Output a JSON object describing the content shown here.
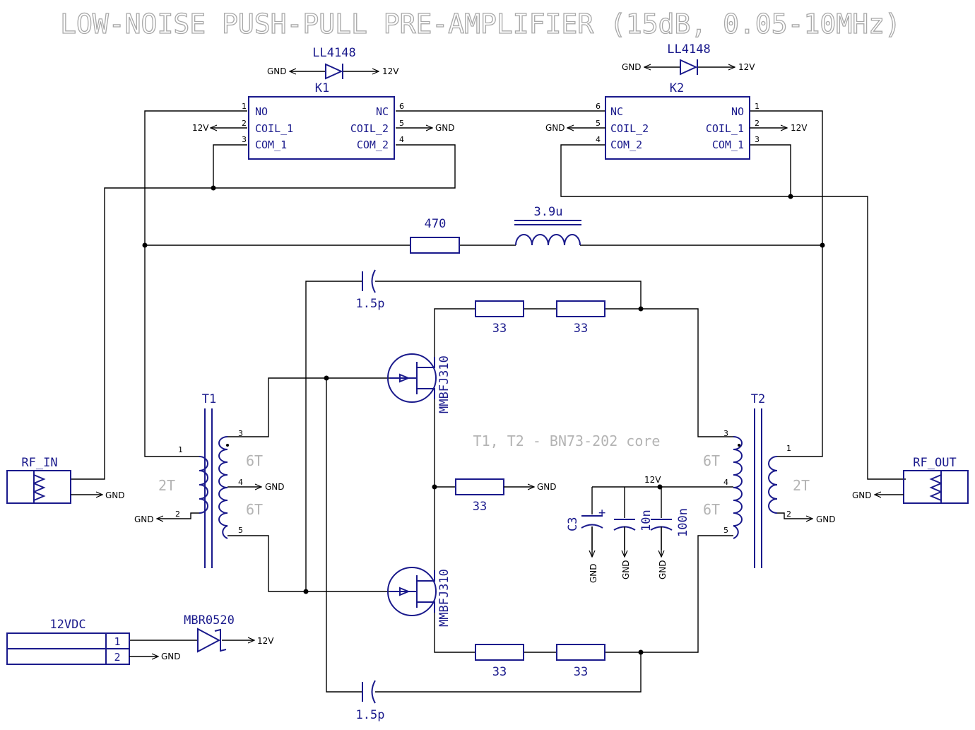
{
  "title": "LOW-NOISE PUSH-PULL PRE-AMPLIFIER (15dB, 0.05-10MHz)",
  "note": "T1, T2 - BN73-202 core",
  "nets": {
    "gnd": "GND",
    "v12": "12V"
  },
  "relays": {
    "k1": {
      "ref": "K1",
      "pins": {
        "no": "NO",
        "coil1": "COIL_1",
        "com1": "COM_1",
        "nc": "NC",
        "coil2": "COIL_2",
        "com2": "COM_2"
      },
      "nums": {
        "p1": "1",
        "p2": "2",
        "p3": "3",
        "p4": "4",
        "p5": "5",
        "p6": "6"
      }
    },
    "k2": {
      "ref": "K2",
      "pins": {
        "nc": "NC",
        "coil2": "COIL_2",
        "com2": "COM_2",
        "no": "NO",
        "coil1": "COIL_1",
        "com1": "COM_1"
      },
      "nums": {
        "p1": "1",
        "p2": "2",
        "p3": "3",
        "p4": "4",
        "p5": "5",
        "p6": "6"
      }
    }
  },
  "diodes": {
    "d1": "LL4148",
    "d2": "LL4148",
    "d3": "MBR0520"
  },
  "feedback": {
    "r": "470",
    "l": "3.9u"
  },
  "caps": {
    "c_top": "1.5p",
    "c_bot": "1.5p",
    "c3": "C3",
    "c10n": "10n",
    "c100n": "100n"
  },
  "resistors": {
    "r_top1": "33",
    "r_top2": "33",
    "r_mid": "33",
    "r_bot1": "33",
    "r_bot2": "33"
  },
  "jfets": {
    "q1": "MMBFJ310",
    "q2": "MMBFJ310"
  },
  "transformers": {
    "t1": {
      "ref": "T1",
      "pri": "2T",
      "sec_top": "6T",
      "sec_bot": "6T",
      "n1": "1",
      "n2": "2",
      "n3": "3",
      "n4": "4",
      "n5": "5"
    },
    "t2": {
      "ref": "T2",
      "pri": "2T",
      "sec_top": "6T",
      "sec_bot": "6T",
      "n1": "1",
      "n2": "2",
      "n3": "3",
      "n4": "4",
      "n5": "5"
    }
  },
  "connectors": {
    "rf_in": "RF_IN",
    "rf_out": "RF_OUT",
    "power": "12VDC",
    "pin1": "1",
    "pin2": "2"
  }
}
